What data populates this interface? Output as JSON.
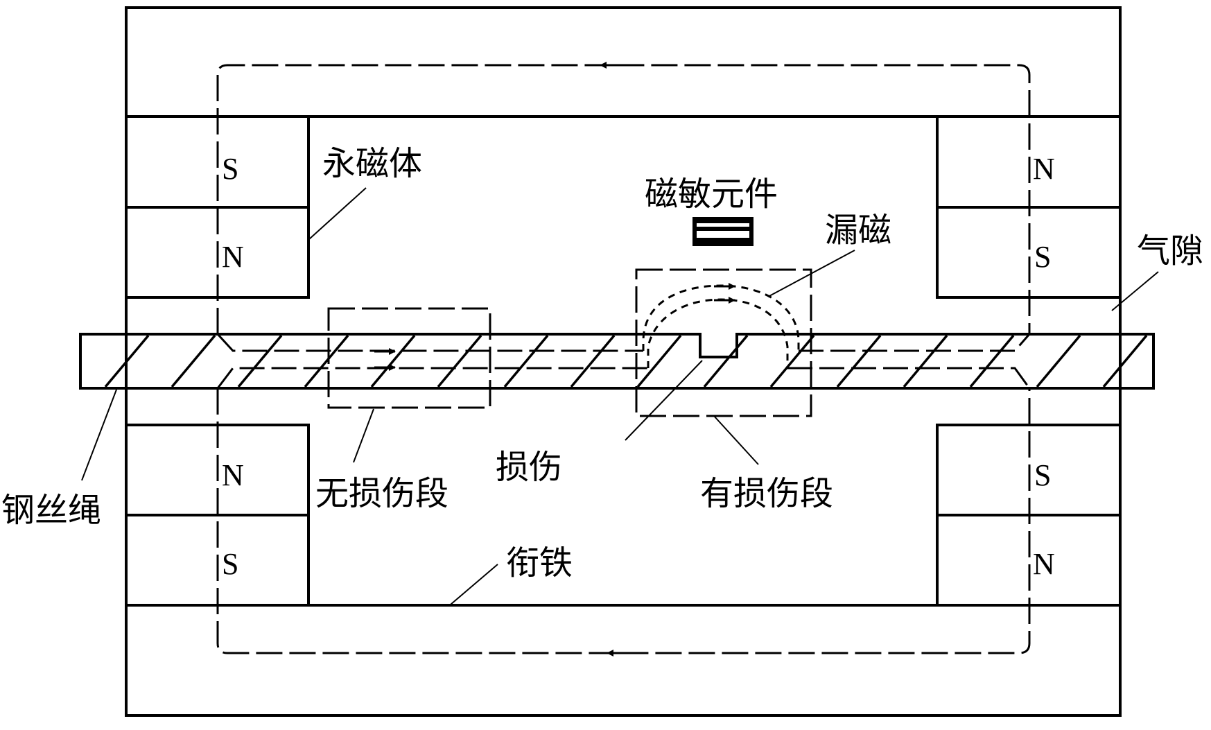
{
  "figure": {
    "subject": "Magnetic flux leakage detection of steel wire rope",
    "colors": {
      "ink": "#000000",
      "background": "#ffffff"
    }
  },
  "labels": {
    "permanent_magnet": "永磁体",
    "magnetic_sensor": "磁敏元件",
    "flux_leakage": "漏磁",
    "air_gap": "气隙",
    "wire_rope": "钢丝绳",
    "undamaged_section": "无损伤段",
    "damage": "损伤",
    "damaged_section": "有损伤段",
    "armature": "衔铁"
  },
  "poles": {
    "upper_left": {
      "top": "S",
      "bottom": "N"
    },
    "upper_right": {
      "top": "N",
      "bottom": "S"
    },
    "lower_left": {
      "top": "N",
      "bottom": "S"
    },
    "lower_right": {
      "top": "S",
      "bottom": "N"
    }
  },
  "flux_direction": {
    "top_path": "right-to-left",
    "bottom_path": "right-to-left",
    "rope_path": "left-to-right",
    "leakage_arc": "left-to-right"
  }
}
